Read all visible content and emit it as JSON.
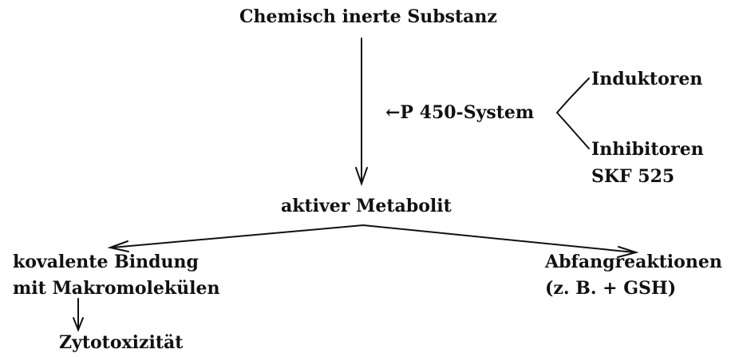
{
  "diagram": {
    "source": "Chemisch inerte Substanz",
    "p450": "←P 450-System",
    "inducers": "Induktoren",
    "inhibitors": "Inhibitoren",
    "inhibitor_example": "SKF 525",
    "metabolite": "aktiver Metabolit",
    "covalent_line1": "kovalente Bindung",
    "covalent_line2": "mit Makromolekülen",
    "cytotoxicity": "Zytotoxizität",
    "trapping_line1": "Abfangreaktionen",
    "trapping_line2": "(z. B. + GSH)"
  }
}
